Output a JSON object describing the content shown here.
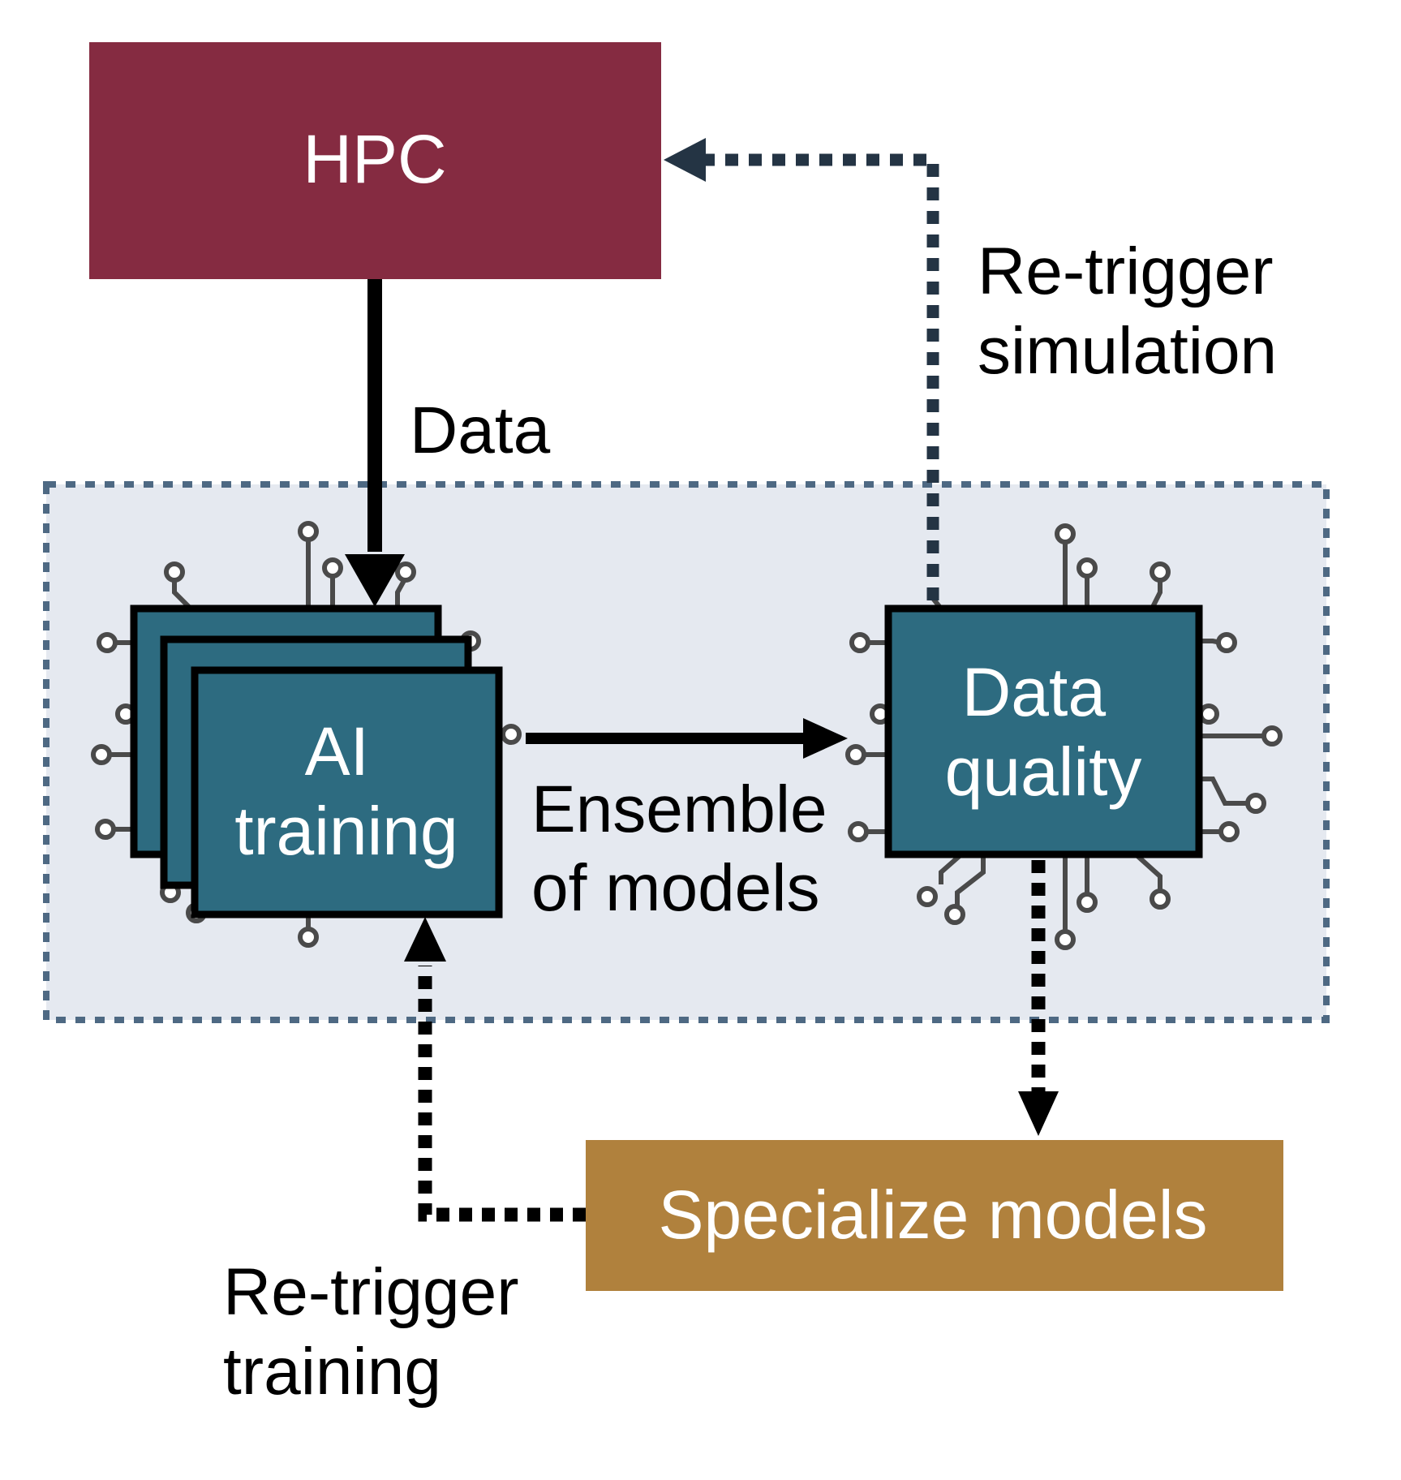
{
  "nodes": {
    "hpc": {
      "label": "HPC"
    },
    "ai_training": {
      "lines": [
        "AI",
        "training"
      ]
    },
    "data_quality": {
      "lines": [
        "Data",
        "quality"
      ]
    },
    "specialize": {
      "label": "Specialize models"
    }
  },
  "edges": {
    "data": {
      "label": "Data"
    },
    "ensemble": {
      "lines": [
        "Ensemble",
        "of models"
      ]
    },
    "retrigger_simulation": {
      "lines": [
        "Re-trigger",
        "simulation"
      ]
    },
    "retrigger_training": {
      "lines": [
        "Re-trigger",
        "training"
      ]
    }
  },
  "colors": {
    "hpc": "#852b41",
    "chip": "#2d6b80",
    "specialize": "#b0813d",
    "group_fill": "#e5e9f0",
    "group_border": "#4e6983",
    "dotted_arrow": "#243444"
  }
}
